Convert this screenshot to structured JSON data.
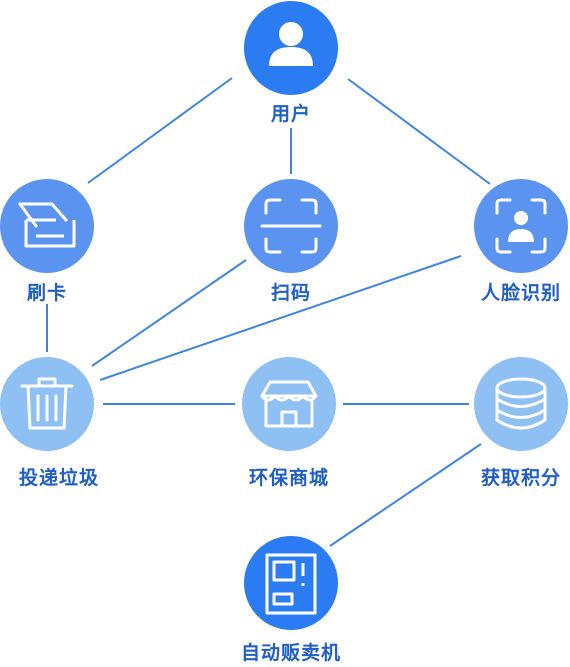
{
  "diagram": {
    "nodes": {
      "user": {
        "label": "用户",
        "icon": "user-icon",
        "color": "#2b7cf2"
      },
      "card": {
        "label": "刷卡",
        "icon": "card-swipe-icon",
        "color": "#5a93f0"
      },
      "scan": {
        "label": "扫码",
        "icon": "scan-frame-icon",
        "color": "#5a93f0"
      },
      "face": {
        "label": "人脸识别",
        "icon": "face-id-icon",
        "color": "#5a93f0"
      },
      "trash": {
        "label": "投递垃圾",
        "icon": "trash-bin-icon",
        "color": "#8ec0f4"
      },
      "mall": {
        "label": "环保商城",
        "icon": "store-icon",
        "color": "#8ec0f4"
      },
      "points": {
        "label": "获取积分",
        "icon": "coin-stack-icon",
        "color": "#8ec0f4"
      },
      "vending": {
        "label": "自动贩卖机",
        "icon": "vending-machine-icon",
        "color": "#2b7cf2"
      }
    },
    "edges": [
      [
        "user",
        "card"
      ],
      [
        "user",
        "scan"
      ],
      [
        "user",
        "face"
      ],
      [
        "card",
        "trash"
      ],
      [
        "scan",
        "trash"
      ],
      [
        "face",
        "trash"
      ],
      [
        "trash",
        "mall"
      ],
      [
        "mall",
        "points"
      ],
      [
        "points",
        "vending"
      ]
    ]
  }
}
